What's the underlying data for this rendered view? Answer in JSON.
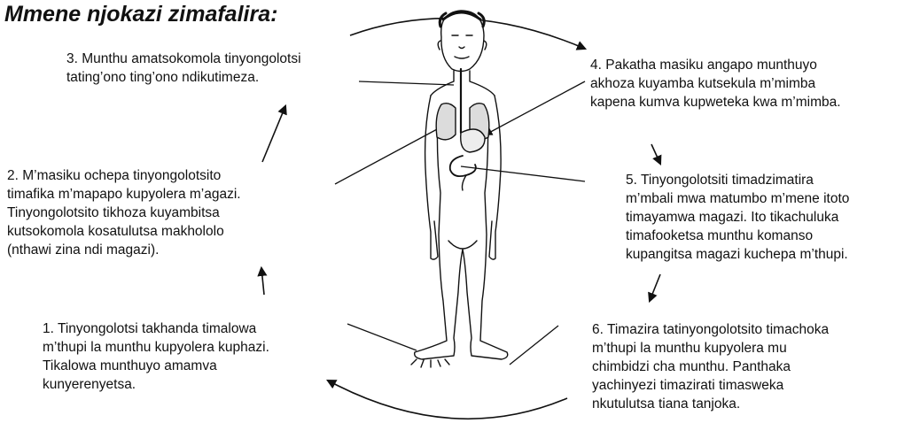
{
  "title": "Mmene njokazi zimafalira:",
  "steps": [
    {
      "lines": [
        "1.  Tinyongolotsi takhanda timalowa",
        "m’thupi la munthu kupyolera kuphazi.",
        "Tikalowa munthuyo amamva",
        "kunyerenyetsa."
      ]
    },
    {
      "lines": [
        "2.  M’masiku ochepa tinyongolotsito",
        "timafika m’mapapo kupyolera m’agazi.",
        "Tinyongolotsito tikhoza kuyambitsa",
        "kutsokomola kosatulutsa makhololo",
        "(nthawi zina ndi magazi)."
      ]
    },
    {
      "lines": [
        "3.  Munthu amatsokomola tinyongolotsi",
        "tating’ono ting’ono ndikutimeza."
      ]
    },
    {
      "lines": [
        "4.  Pakatha masiku angapo munthuyo",
        "akhoza kuyamba kutsekula m’mimba",
        "kapena kumva kupweteka kwa m’mimba."
      ]
    },
    {
      "lines": [
        "5.  Tinyongolotsiti timadzimatira",
        "m’mbali mwa matumbo m’mene itoto",
        "timayamwa magazi. Ito tikachuluka",
        "timafooketsa munthu komanso",
        "kupangitsa magazi kuchepa m’thupi."
      ]
    },
    {
      "lines": [
        "6.  Timazira tatinyongolotsito timachoka",
        "m’thupi la munthu kupyolera mu",
        "chimbidzi cha munthu. Panthaka",
        "yachinyezi timazirati timasweka",
        "nkutulutsa tiana tanjoka."
      ]
    }
  ]
}
